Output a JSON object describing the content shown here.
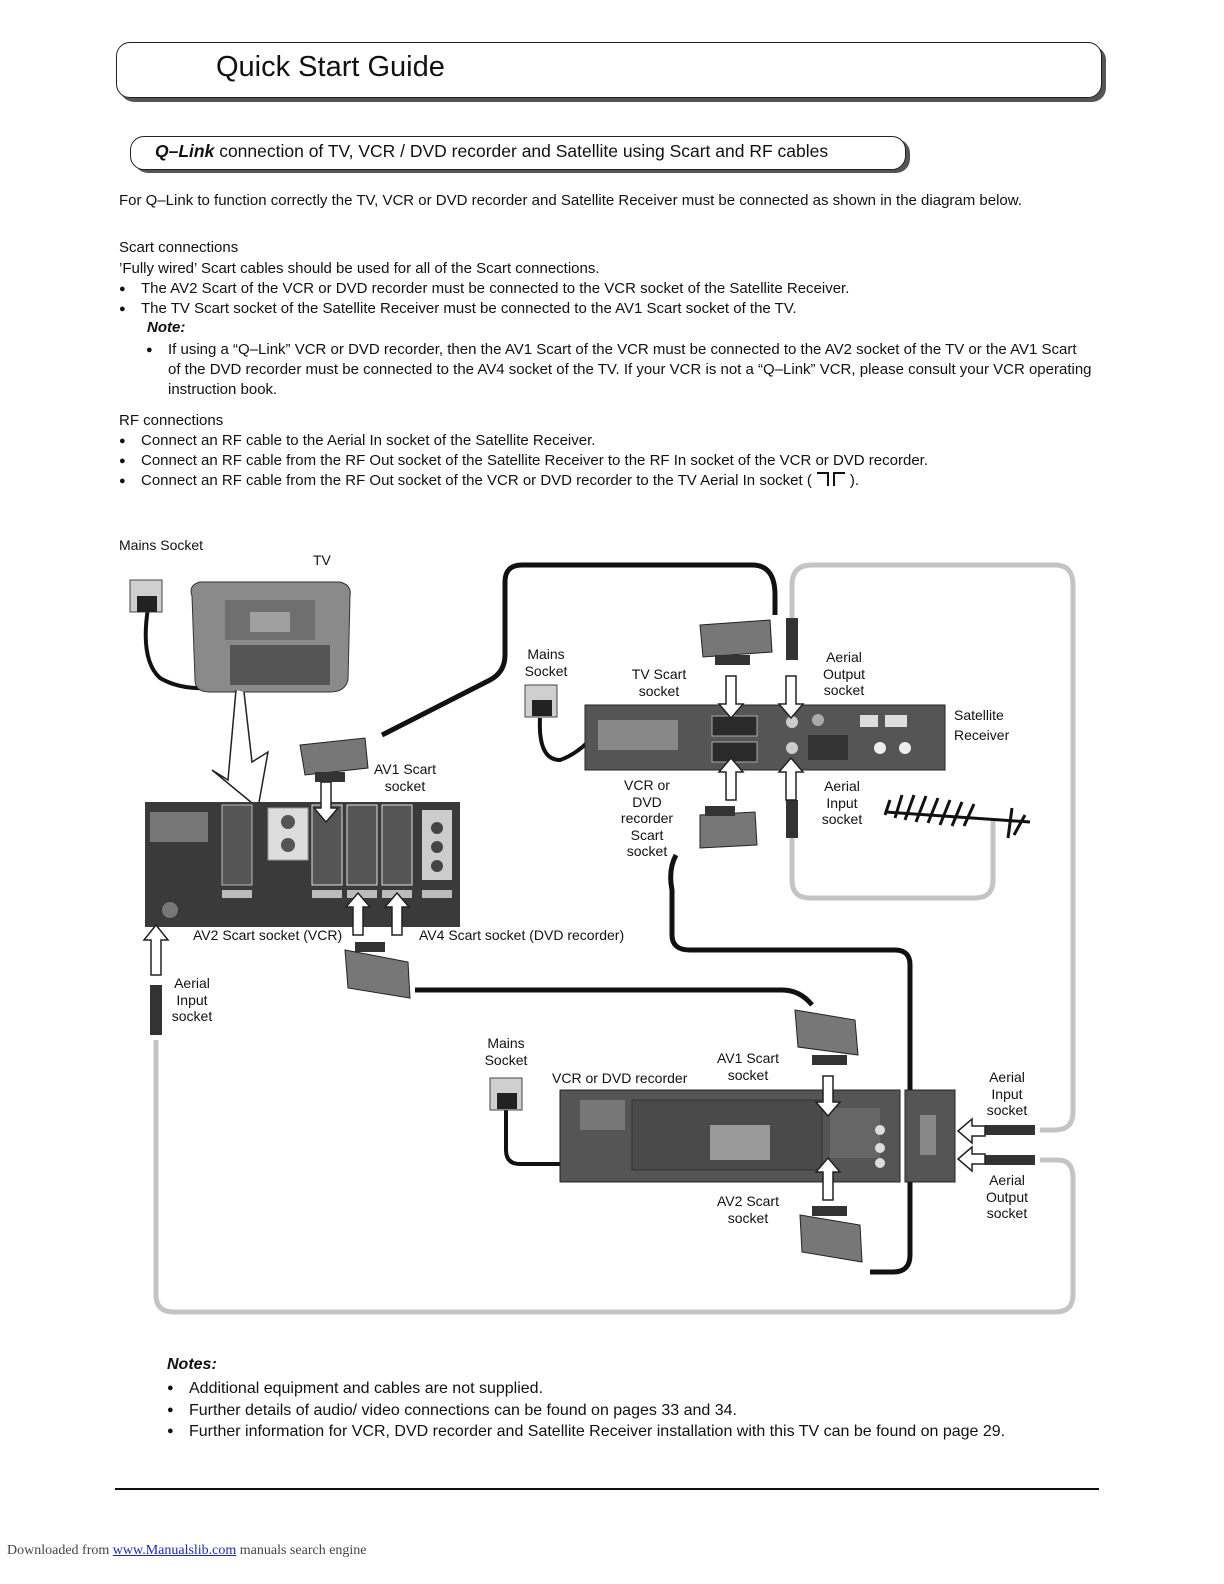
{
  "header": {
    "title": "Quick Start Guide"
  },
  "subheading": {
    "bold": "Q–Link",
    "rest": " connection of TV, VCR / DVD recorder and Satellite using Scart and RF cables"
  },
  "intro": "For Q–Link to function correctly the TV, VCR or DVD recorder and Satellite Receiver must be connected as shown in the diagram below.",
  "scart": {
    "heading": "Scart connections",
    "line": "’Fully wired’ Scart cables should be used for all of the Scart connections.",
    "bullets": [
      "The AV2 Scart of the VCR or DVD recorder must be connected to the VCR socket of the Satellite Receiver.",
      "The TV Scart socket of the Satellite Receiver must be connected to the AV1 Scart socket of the TV."
    ],
    "note_label": "Note:",
    "note_bullet": "If using a “Q–Link” VCR or DVD recorder, then the AV1 Scart of the VCR must be connected to the AV2 socket of the TV or the AV1 Scart of the DVD recorder must be connected to the AV4 socket of the TV. If your VCR is not a “Q–Link” VCR, please consult your VCR operating instruction book."
  },
  "rf": {
    "heading": "RF connections",
    "bullets": [
      "Connect an RF cable to the Aerial In socket of the Satellite Receiver.",
      "Connect an RF cable from the RF Out socket of the Satellite Receiver to the RF In socket of the VCR or DVD recorder.",
      "Connect an RF cable from the RF Out socket of the VCR or DVD recorder to the TV Aerial In socket ("
    ],
    "bullet3_end": ")."
  },
  "diagram": {
    "mains_tv": "Mains Socket",
    "tv": "TV",
    "mains_sat": "Mains Socket",
    "tv_scart_socket": "TV Scart socket",
    "aerial_output_sat": "Aerial Output socket",
    "satellite_receiver": "Satellite Receiver",
    "av1_scart_socket_tv": "AV1 Scart socket",
    "vcr_dvd_scart_socket": "VCR or DVD recorder Scart socket",
    "aerial_input_sat": "Aerial Input socket",
    "av2_scart_socket_vcr": "AV2 Scart socket (VCR)",
    "av4_scart_socket_dvd": "AV4 Scart socket (DVD recorder)",
    "aerial_input_tv": "Aerial Input socket",
    "mains_vcr": "Mains Socket",
    "vcr_dvd_recorder": "VCR or DVD  recorder",
    "av1_scart_socket_vcr": "AV1 Scart socket",
    "aerial_input_vcr": "Aerial Input socket",
    "av2_scart_socket_vcr_rear": "AV2 Scart socket",
    "aerial_output_vcr": "Aerial Output socket"
  },
  "notes": {
    "label": "Notes:",
    "bullets": [
      "Additional equipment and cables are not supplied.",
      "Further details of audio/ video connections can be found on pages 33 and 34.",
      "Further information for VCR, DVD recorder and Satellite Receiver installation with this TV can be found on page 29."
    ]
  },
  "footer": {
    "prefix": "Downloaded from ",
    "link": "www.Manualslib.com",
    "suffix": "  manuals search engine"
  }
}
